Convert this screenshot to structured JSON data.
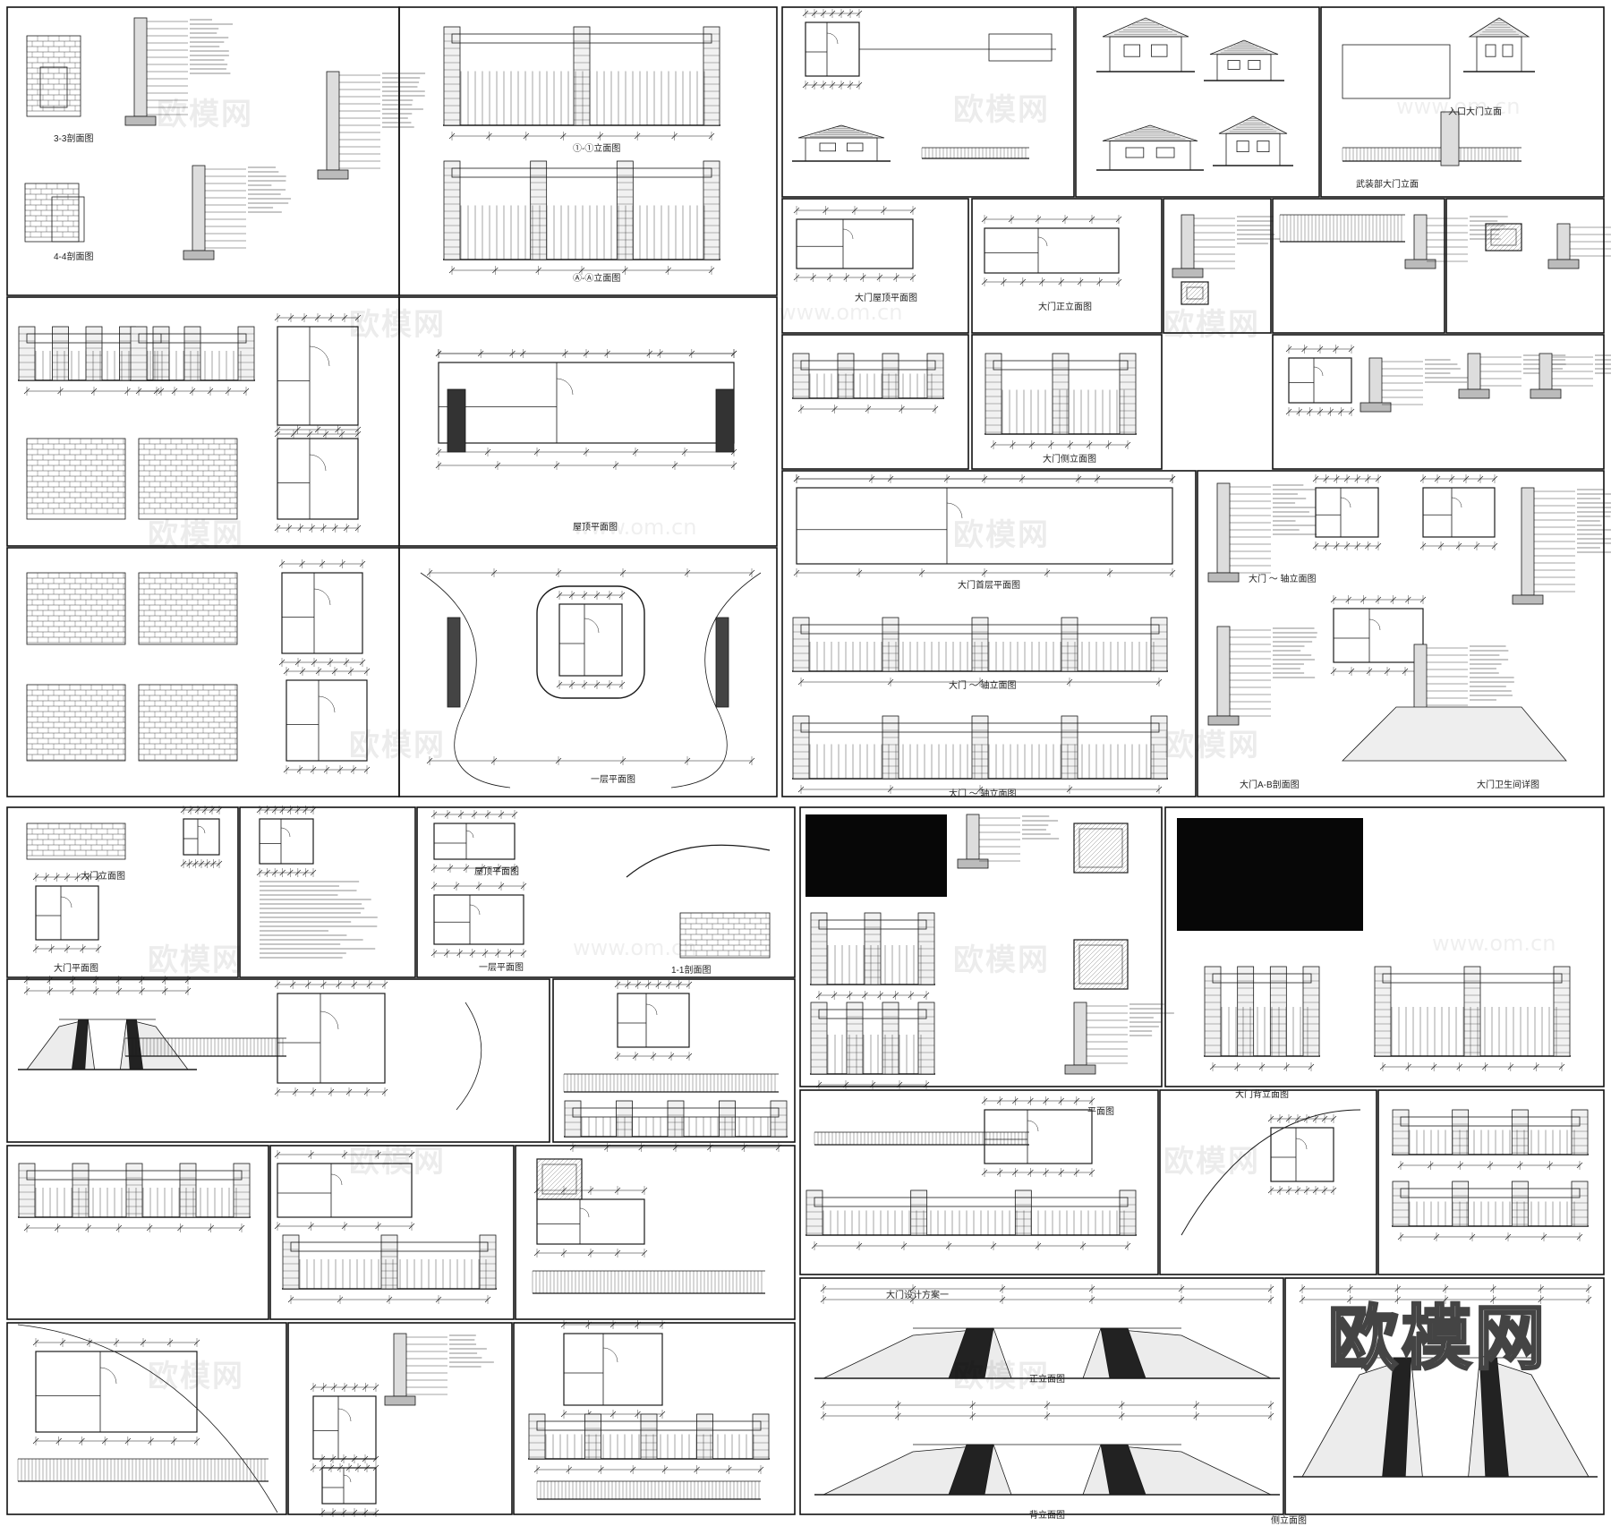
{
  "brand": {
    "logo_text": "欧模网",
    "watermark": "欧模网",
    "watermark_url": "www.om.cn"
  },
  "labels": {
    "sec33": "3-3剖面图",
    "sec44": "4-4剖面图",
    "elev11": "①-①立面图",
    "elevA": "Ⓐ-Ⓐ立面图",
    "roof": "屋顶平面图",
    "floor1": "一层平面图",
    "gate_floor": "大门首层平面图",
    "gate_elev": "大门立面图",
    "gate_plan": "大门平面图",
    "gate_roof": "大门屋顶平面图",
    "gate_front": "大门正立面图",
    "gate_side": "大门侧立面图",
    "gate_back": "大门背立面图",
    "gate_ab": "大门A-B剖面图",
    "gate_axis": "大门 ～ 轴立面图",
    "entrance": "入口大门立面",
    "wujing": "武装部大门立面",
    "scheme": "大门设计方案一",
    "section11": "1-1剖面图",
    "plan": "平面图",
    "front": "正立面图",
    "back": "背立面图",
    "toilet": "大门卫生间详图",
    "side": "侧立面图"
  }
}
